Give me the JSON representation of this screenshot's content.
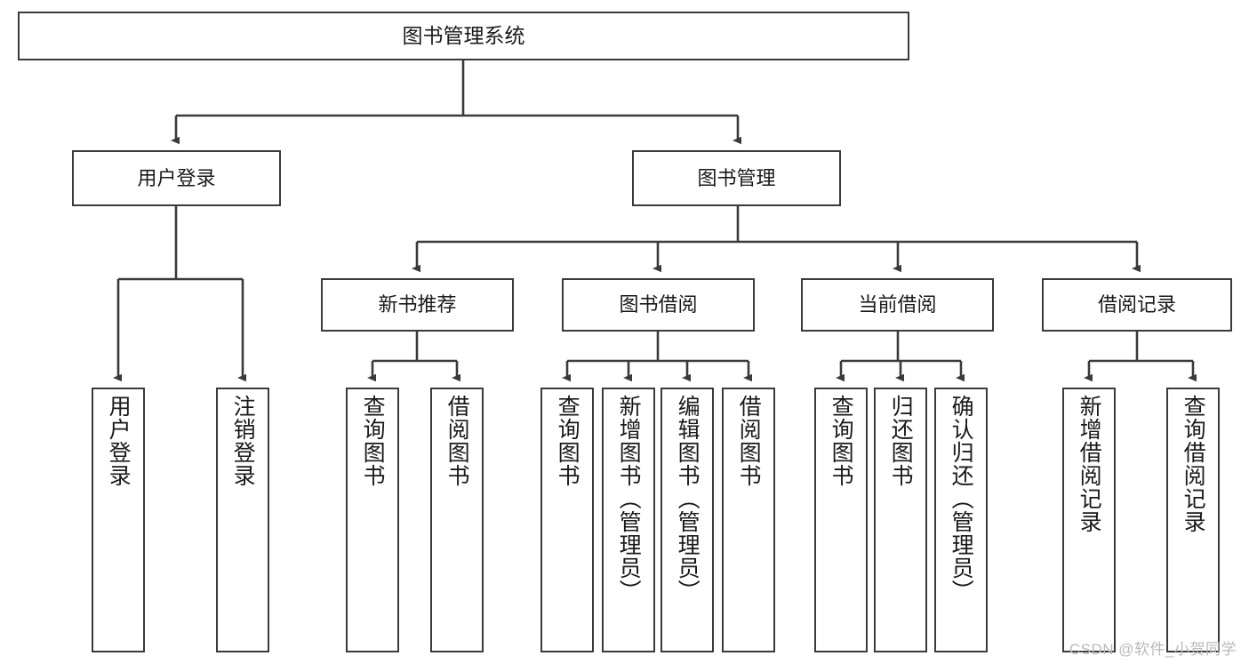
{
  "diagram": {
    "title": "图书管理系统",
    "watermark": "CSDN @软件_小贺同学",
    "colors": {
      "box_border": "#3a3a3a",
      "box_fill": "#ffffff",
      "edge": "#3a3a3a",
      "text": "#1a1a1a",
      "watermark": "#b9b9b9",
      "background": "#ffffff"
    },
    "nodes": {
      "root": {
        "label": "图书管理系统"
      },
      "level2": [
        {
          "label": "用户登录"
        },
        {
          "label": "图书管理"
        }
      ],
      "level3": [
        {
          "label": "新书推荐"
        },
        {
          "label": "图书借阅"
        },
        {
          "label": "当前借阅"
        },
        {
          "label": "借阅记录"
        }
      ],
      "leaves": {
        "user_login": [
          {
            "label": "用户登录"
          },
          {
            "label": "注销登录"
          }
        ],
        "new_book_recommend": [
          {
            "label": "查询图书"
          },
          {
            "label": "借阅图书"
          }
        ],
        "book_borrow": [
          {
            "label": "查询图书"
          },
          {
            "label": "新增图书（管理员）"
          },
          {
            "label": "编辑图书（管理员）"
          },
          {
            "label": "借阅图书"
          }
        ],
        "current_borrow": [
          {
            "label": "查询图书"
          },
          {
            "label": "归还图书"
          },
          {
            "label": "确认归还（管理员）"
          }
        ],
        "borrow_record": [
          {
            "label": "新增借阅记录"
          },
          {
            "label": "查询借阅记录"
          }
        ]
      }
    }
  }
}
